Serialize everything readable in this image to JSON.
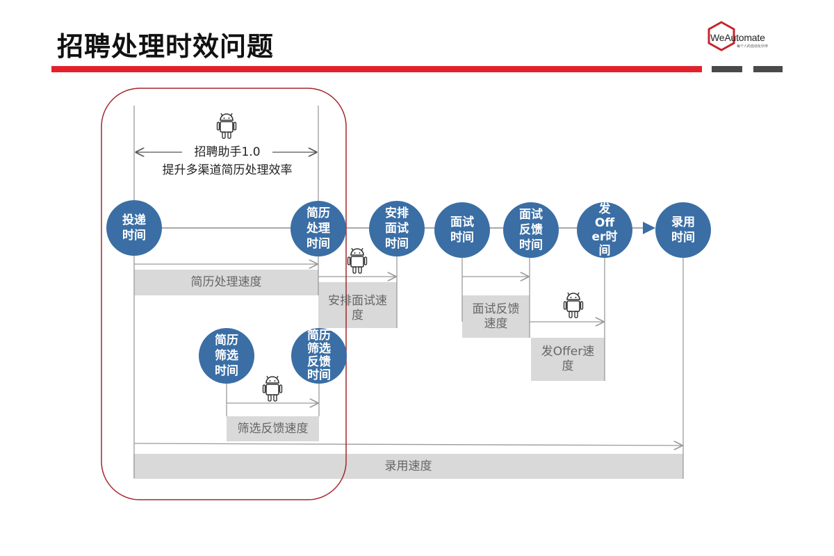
{
  "slide": {
    "title": "招聘处理时效问题"
  },
  "logo": {
    "name": "WeAutomate",
    "tagline": "每个人的自动化伙伴",
    "accent": "#c8242c"
  },
  "colors": {
    "node_fill": "#3a6ea5",
    "bar_fill": "#d9d9d9",
    "highlight_border": "#a3252b",
    "accent_bar": "#e2222b"
  },
  "robot": {
    "label": "招聘助手1.0",
    "description": "提升多渠道简历处理效率",
    "icon": "android-robot-icon"
  },
  "nodes": {
    "submit": "投递\n时间",
    "resume_process": "简历\n处理\n时间",
    "arrange_interview": "安排\n面试\n时间",
    "interview": "面试\n时间",
    "interview_feedback": "面试\n反馈\n时间",
    "offer": "发\nOff\ner时\n间",
    "hire": "录用\n时间",
    "resume_screen": "简历\n筛选\n时间",
    "screen_feedback": "简历\n筛选\n反馈\n时间"
  },
  "speeds": {
    "resume_process": "简历处理速度",
    "arrange_interview": "安排面试速\n度",
    "interview_feedback": "面试反馈\n速度",
    "offer": "发Offer速\n度",
    "screen_feedback": "筛选反馈速度",
    "hire": "录用速度"
  }
}
